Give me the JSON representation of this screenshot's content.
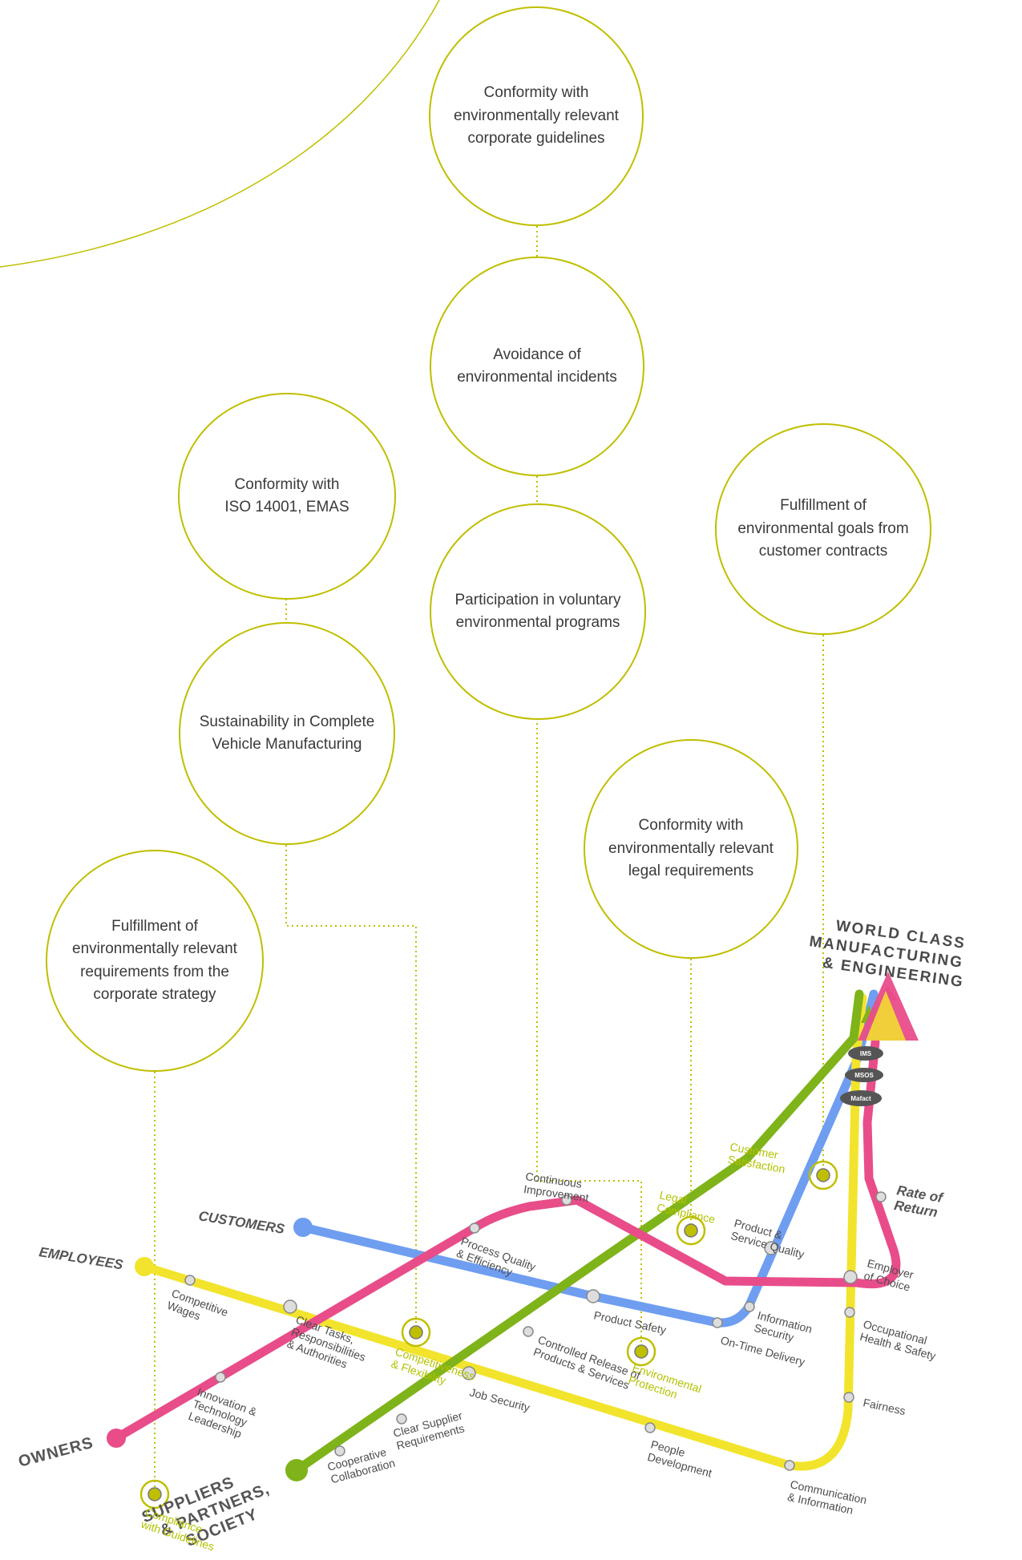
{
  "colors": {
    "accent_olive": "#bfbf00",
    "line_pink": "#e84d8a",
    "line_blue": "#6f9ef0",
    "line_yellow": "#f2e42c",
    "line_green": "#7fb31a",
    "label_gray": "#4d4d4d",
    "label_green": "#b3c200"
  },
  "bubbles": [
    {
      "text": "Conformity with\nenvironmentally relevant\ncorporate guidelines"
    },
    {
      "text": "Avoidance of\nenvironmental incidents"
    },
    {
      "text": "Conformity with\nISO 14001, EMAS"
    },
    {
      "text": "Participation in voluntary\nenvironmental programs"
    },
    {
      "text": "Fulfillment of\nenvironmental goals from\ncustomer contracts"
    },
    {
      "text": "Sustainability in Complete\nVehicle Manufacturing"
    },
    {
      "text": "Conformity with\nenvironmentally relevant\nlegal requirements"
    },
    {
      "text": "Fulfillment of\nenvironmentally relevant\nrequirements from the\ncorporate strategy"
    }
  ],
  "map": {
    "title_lines": [
      "WORLD CLASS",
      "MANUFACTURING",
      "& ENGINEERING"
    ],
    "badges": [
      "IMS",
      "MSOS",
      "Mafact"
    ],
    "groups": {
      "customers": "CUSTOMERS",
      "employees": "EMPLOYEES",
      "owners": "OWNERS",
      "suppliers": [
        "SUPPLIERS",
        "& PARTNERS,",
        "SOCIETY"
      ]
    },
    "stations": {
      "continuous_improvement": [
        "Continuous",
        "Improvement"
      ],
      "process_quality": [
        "Process Quality",
        "& Efficiency"
      ],
      "competitive_wages": [
        "Competitive",
        "Wages"
      ],
      "clear_tasks": [
        "Clear Tasks,",
        "Responsibilities",
        "& Authorities"
      ],
      "innovation": [
        "Innovation &",
        "Technology",
        "Leadership"
      ],
      "product_safety": [
        "Product Safety"
      ],
      "controlled_release": [
        "Controlled Release of",
        "Products & Services"
      ],
      "job_security": [
        "Job Security"
      ],
      "clear_supplier": [
        "Clear Supplier",
        "Requirements"
      ],
      "cooperative": [
        "Cooperative",
        "Collaboration"
      ],
      "people_dev": [
        "People",
        "Development"
      ],
      "communication": [
        "Communication",
        "& Information"
      ],
      "fairness": [
        "Fairness"
      ],
      "occupational": [
        "Occupational",
        "Health & Safety"
      ],
      "employer": [
        "Employer",
        "of Choice"
      ],
      "rate_of_return": [
        "Rate of",
        "Return"
      ],
      "product_service_quality": [
        "Product &",
        "Service Quality"
      ],
      "information_security": [
        "Information",
        "Security"
      ],
      "on_time": [
        "On-Time Delivery"
      ]
    },
    "green_labels": {
      "customer_satisfaction": [
        "Customer",
        "Satisfaction"
      ],
      "legal_compliance": [
        "Legal",
        "Compliance"
      ],
      "competitiveness": [
        "Competitiveness",
        "& Flexibility"
      ],
      "environmental_protection": [
        "Environmental",
        "Protection"
      ],
      "compliance_guidelines": [
        "Compliance",
        "with Guidelines"
      ]
    }
  }
}
